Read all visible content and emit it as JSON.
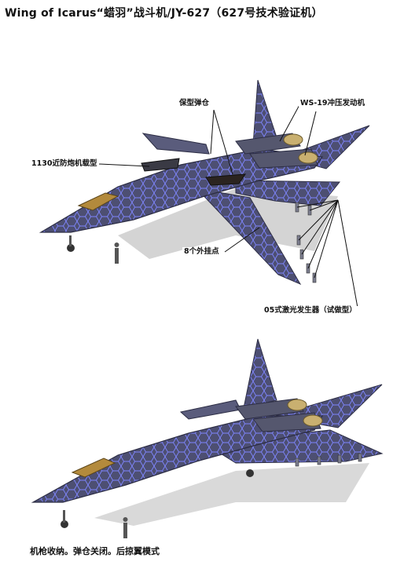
{
  "title": "Wing of Icarus“蜡羽”战斗机/JY-627（627号技术验证机）",
  "labels": {
    "bay": "保型弹仓",
    "engine": "WS-19冲压发动机",
    "gun": "1130近防炮机载型",
    "hardpoints": "8个外挂点",
    "laser": "05式激光发生器（试做型）"
  },
  "caption": "机枪收纳。弹仓关闭。后掠翼模式",
  "colors": {
    "hull": "#4d4f72",
    "hull_dark": "#34364f",
    "hex_glow": "#7f86ff",
    "canopy": "#b38a3c",
    "nozzle": "#c9b070",
    "shadow": "#cfcfcf"
  }
}
